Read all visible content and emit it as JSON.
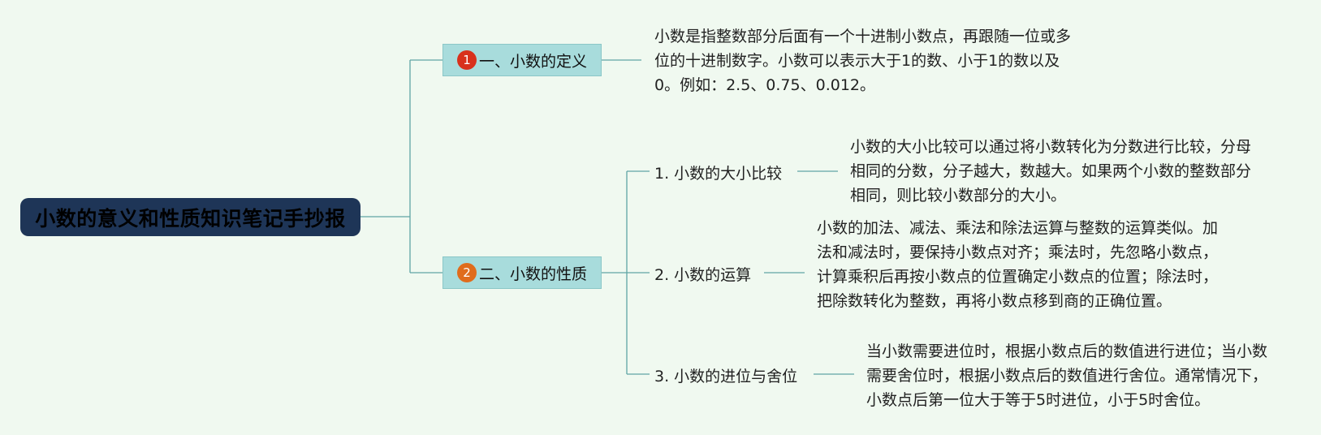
{
  "title": "小数的意义和性质知识笔记手抄报",
  "colors": {
    "background": "#f0f9f0",
    "root_fill": "#1e3557",
    "branch_fill": "#a8dcdc",
    "line": "#5fa5a5",
    "badge_1": "#d8311c",
    "badge_2": "#e06c1c"
  },
  "branches": [
    {
      "badge": "1",
      "label": "一、小数的定义",
      "description": "小数是指整数部分后面有一个十进制小数点，再跟随一位或多位的十进制数字。小数可以表示大于1的数、小于1的数以及0。例如：2.5、0.75、0.012。"
    },
    {
      "badge": "2",
      "label": "二、小数的性质",
      "children": [
        {
          "label": "1. 小数的大小比较",
          "description": "小数的大小比较可以通过将小数转化为分数进行比较，分母相同的分数，分子越大，数越大。如果两个小数的整数部分相同，则比较小数部分的大小。"
        },
        {
          "label": "2. 小数的运算",
          "description": "小数的加法、减法、乘法和除法运算与整数的运算类似。加法和减法时，要保持小数点对齐；乘法时，先忽略小数点，计算乘积后再按小数点的位置确定小数点的位置；除法时，把除数转化为整数，再将小数点移到商的正确位置。"
        },
        {
          "label": "3. 小数的进位与舍位",
          "description": "当小数需要进位时，根据小数点后的数值进行进位；当小数需要舍位时，根据小数点后的数值进行舍位。通常情况下，小数点后第一位大于等于5时进位，小于5时舍位。"
        }
      ]
    }
  ]
}
